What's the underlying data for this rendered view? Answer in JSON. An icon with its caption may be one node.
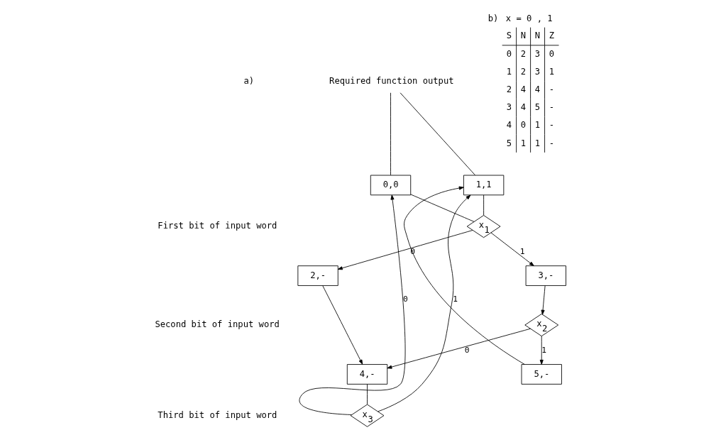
{
  "diagram": {
    "nodes": [
      {
        "text": [
          "Required function output"
        ]
      },
      {
        "text": [
          "0,0"
        ]
      },
      {
        "text": [
          "1,1"
        ]
      },
      {
        "text": [
          "x$_{1}$"
        ]
      },
      {
        "text": [
          "2,-"
        ]
      },
      {
        "text": [
          "3,-"
        ]
      },
      {
        "text": [
          "x$_{2}$"
        ]
      },
      {
        "text": [
          "4,-"
        ]
      },
      {
        "text": [
          "5,-"
        ]
      },
      {
        "text": [
          "x$_{3}$"
        ]
      }
    ],
    "edges": [
      {
        "from": 0,
        "to": 1,
        "arrow": "none"
      },
      {
        "from": 0,
        "to": 2,
        "arrow": "none"
      },
      {
        "from": 1,
        "to": 3,
        "arrow": "none"
      },
      {
        "from": 2,
        "to": 3,
        "arrow": "none"
      },
      {
        "from": 3,
        "to": 4,
        "arrow": "to",
        "label": "0"
      },
      {
        "from": 3,
        "to": 5,
        "arrow": "to",
        "label": "1"
      },
      {
        "from": 4,
        "to": 7,
        "arrow": "to"
      },
      {
        "from": 5,
        "to": 6,
        "arrow": "to"
      },
      {
        "from": 6,
        "to": 7,
        "arrow": "to",
        "label": "0"
      },
      {
        "from": 6,
        "to": 8,
        "arrow": "to",
        "label": "1"
      },
      {
        "from": 7,
        "to": 9,
        "arrow": "none"
      },
      {
        "from": 9,
        "to": 1,
        "arrow": "to",
        "label": "0"
      },
      {
        "from": 9,
        "to": 2,
        "arrow": "to",
        "label": "1"
      },
      {
        "from": 8,
        "to": 2,
        "arrow": "to"
      }
    ],
    "labels": [
      "a)",
      "b)",
      "First bit of input word",
      "Second bit of input word",
      "Third bit of input word",
      "x = 0 , 1",
      "S",
      "N",
      "N",
      "Z",
      "0",
      "2",
      "3",
      "0",
      "1",
      "2",
      "3",
      "1",
      "2",
      "4",
      "4",
      "-",
      "3",
      "4",
      "5",
      "-",
      "4",
      "0",
      "1",
      "-",
      "5",
      "1",
      "1",
      "-"
    ]
  }
}
